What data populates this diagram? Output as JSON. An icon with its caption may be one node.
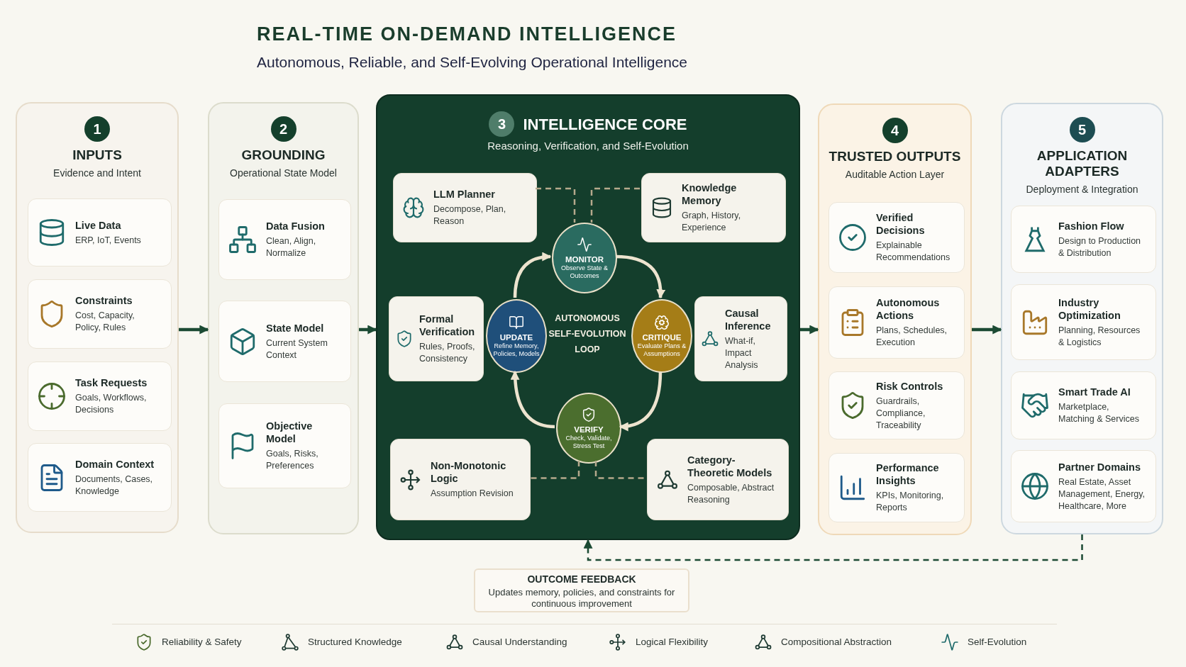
{
  "diagram": {
    "title": "REAL-TIME ON-DEMAND INTELLIGENCE",
    "nodes": [
      {
        "text": [
          "1",
          "INPUTS",
          "Evidence and Intent"
        ]
      },
      {
        "text": [
          "Live Data",
          "ERP, IoT, Events"
        ],
        "in": 0
      },
      {
        "text": [
          "Constraints",
          "Cost, Capacity, Policy, Rules"
        ],
        "in": 0
      },
      {
        "text": [
          "Task Requests",
          "Goals, Workflows, Decisions"
        ],
        "in": 0
      },
      {
        "text": [
          "Domain Context",
          "Documents, Cases, Knowledge"
        ],
        "in": 0
      },
      {
        "text": [
          "2",
          "GROUNDING",
          "Operational State Model"
        ]
      },
      {
        "text": [
          "Data Fusion",
          "Clean, Align, Normalize"
        ],
        "in": 5
      },
      {
        "text": [
          "State Model",
          "Current System Context"
        ],
        "in": 5
      },
      {
        "text": [
          "Objective Model",
          "Goals, Risks, Preferences"
        ],
        "in": 5
      },
      {
        "text": [
          "3",
          "INTELLIGENCE CORE",
          "Reasoning, Verification, and Self-Evolution"
        ]
      },
      {
        "text": [
          "LLM Planner",
          "Decompose, Plan, Reason"
        ],
        "in": 9
      },
      {
        "text": [
          "Knowledge Memory",
          "Graph, History, Experience"
        ],
        "in": 9
      },
      {
        "text": [
          "MONITOR",
          "Observe State & Outcomes"
        ],
        "in": 9
      },
      {
        "text": [
          "Formal Verification",
          "Rules, Proofs, Consistency"
        ],
        "in": 9
      },
      {
        "text": [
          "UPDATE",
          "Refine Memory, Policies, Models"
        ],
        "in": 9
      },
      {
        "text": [
          "CRITIQUE",
          "Evaluate Plans & Assumptions"
        ],
        "in": 9
      },
      {
        "text": [
          "Causal Inference",
          "What-if, Impact Analysis"
        ],
        "in": 9
      },
      {
        "text": [
          "VERIFY",
          "Check, Validate, Stress Test"
        ],
        "in": 9
      },
      {
        "text": [
          "Non-Monotonic Logic",
          "Assumption Revision"
        ],
        "in": 9
      },
      {
        "text": [
          "Category-Theoretic Models",
          "Composable, Abstract Reasoning"
        ],
        "in": 9
      },
      {
        "text": [
          "4",
          "TRUSTED OUTPUTS",
          "Auditable Action Layer"
        ]
      },
      {
        "text": [
          "Verified Decisions",
          "Explainable Recommendations"
        ],
        "in": 20
      },
      {
        "text": [
          "Autonomous Actions",
          "Plans, Schedules, Execution"
        ],
        "in": 20
      },
      {
        "text": [
          "Risk Controls",
          "Guardrails, Compliance, Traceability"
        ],
        "in": 20
      },
      {
        "text": [
          "Performance Insights",
          "KPIs, Monitoring, Reports"
        ],
        "in": 20
      },
      {
        "text": [
          "5",
          "APPLICATION ADAPTERS",
          "Deployment & Integration"
        ]
      },
      {
        "text": [
          "Fashion Flow",
          "Design to Production & Distribution"
        ],
        "in": 25
      },
      {
        "text": [
          "Industry Optimization",
          "Planning, Resources & Logistics"
        ],
        "in": 25
      },
      {
        "text": [
          "Smart Trade AI",
          "Marketplace, Matching & Services"
        ],
        "in": 25
      },
      {
        "text": [
          "Partner Domains",
          "Real Estate, Asset Management, Energy, Healthcare, More"
        ],
        "in": 25
      },
      {
        "text": [
          "OUTCOME FEEDBACK",
          "Updates memory, policies, and constraints for continuous improvement"
        ]
      }
    ],
    "edges": [
      {
        "from": 0,
        "to": 5,
        "arrow": "to"
      },
      {
        "from": 5,
        "to": 9,
        "arrow": "to"
      },
      {
        "from": 9,
        "to": 20,
        "arrow": "to"
      },
      {
        "from": 20,
        "to": 25,
        "arrow": "to"
      },
      {
        "from": 12,
        "to": 15,
        "arrow": "to",
        "color": "#ede4cf"
      },
      {
        "from": 15,
        "to": 17,
        "arrow": "to",
        "color": "#ede4cf"
      },
      {
        "from": 17,
        "to": 14,
        "arrow": "to",
        "color": "#ede4cf"
      },
      {
        "from": 14,
        "to": 12,
        "arrow": "to",
        "color": "#ede4cf"
      },
      {
        "from": 10,
        "to": 12,
        "arrow": "none",
        "style": "dashed",
        "color": "#b5a98c"
      },
      {
        "from": 11,
        "to": 12,
        "arrow": "none",
        "style": "dashed",
        "color": "#b5a98c"
      },
      {
        "from": 17,
        "to": 18,
        "arrow": "none",
        "style": "dashed",
        "color": "#b5a98c"
      },
      {
        "from": 17,
        "to": 19,
        "arrow": "none",
        "style": "dashed",
        "color": "#b5a98c"
      },
      {
        "from": 25,
        "to": 9,
        "arrow": "to",
        "style": "dashed"
      }
    ],
    "labels": [
      "Autonomous, Reliable, and Self-Evolving Operational Intelligence",
      "AUTONOMOUS SELF-EVOLUTION LOOP"
    ],
    "legend": [
      {
        "text": "Reliability & Safety"
      },
      {
        "text": "Structured Knowledge"
      },
      {
        "text": "Causal Understanding"
      },
      {
        "text": "Logical Flexibility"
      },
      {
        "text": "Compositional Abstraction"
      },
      {
        "text": "Self-Evolution"
      }
    ]
  }
}
